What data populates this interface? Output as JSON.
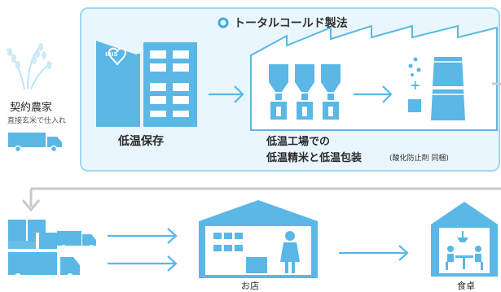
{
  "header": {
    "title": "トータルコールド製法"
  },
  "farmer": {
    "label": "契約農家",
    "sublabel": "直接玄米で仕入れ"
  },
  "storage": {
    "label": "低温保存"
  },
  "factory": {
    "line1": "低温工場での",
    "line2": "低温精米と低温包装",
    "note": "(酸化防止剤 同梱)"
  },
  "shop": {
    "label": "お店"
  },
  "table": {
    "label": "食卓"
  },
  "icons": {
    "logo_text": "IRIS",
    "plus": "+"
  },
  "colors": {
    "accent": "#5ab7e6",
    "panel_bg": "#e9f6fd",
    "panel_border": "#9fd7f2",
    "connector": "#c9c9c9"
  }
}
